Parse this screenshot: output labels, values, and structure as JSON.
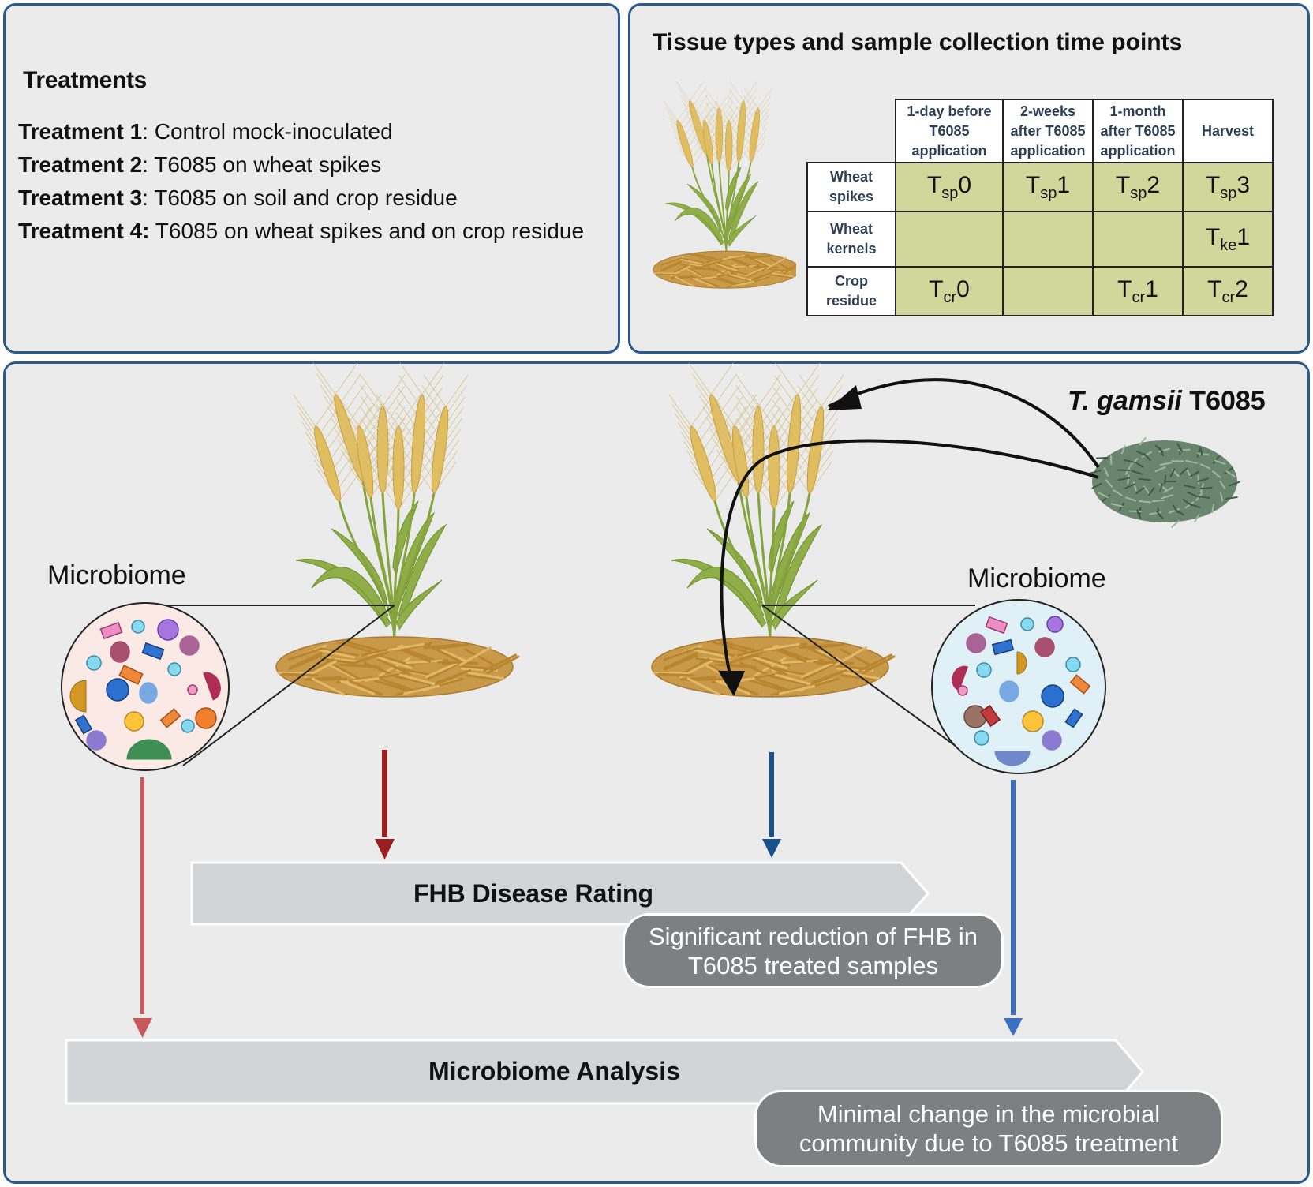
{
  "treatments_panel": {
    "title": "Treatments",
    "items": [
      {
        "label": "Treatment 1",
        "sep": ": ",
        "text": "Control mock-inoculated"
      },
      {
        "label": "Treatment 2",
        "sep": ": ",
        "text": "T6085 on wheat spikes"
      },
      {
        "label": "Treatment 3",
        "sep": ": ",
        "text": "T6085 on soil and crop residue"
      },
      {
        "label": "Treatment 4:",
        "sep": " ",
        "text": "T6085 on wheat spikes and on crop residue"
      }
    ]
  },
  "tissue_panel": {
    "title": "Tissue types and sample collection time points",
    "columns": [
      [
        "1-day before",
        "T6085",
        "application"
      ],
      [
        "2-weeks",
        "after T6085",
        "application"
      ],
      [
        "1-month",
        "after T6085",
        "application"
      ],
      [
        "Harvest"
      ]
    ],
    "rows": [
      {
        "header": [
          "Wheat",
          "spikes"
        ],
        "cells": [
          {
            "base": "T",
            "sub": "sp",
            "num": "0"
          },
          {
            "base": "T",
            "sub": "sp",
            "num": "1"
          },
          {
            "base": "T",
            "sub": "sp",
            "num": "2"
          },
          {
            "base": "T",
            "sub": "sp",
            "num": "3"
          }
        ]
      },
      {
        "header": [
          "Wheat",
          "kernels"
        ],
        "cells": [
          null,
          null,
          null,
          {
            "base": "T",
            "sub": "ke",
            "num": "1"
          }
        ]
      },
      {
        "header": [
          "Crop",
          "residue"
        ],
        "cells": [
          {
            "base": "T",
            "sub": "cr",
            "num": "0"
          },
          null,
          {
            "base": "T",
            "sub": "cr",
            "num": "1"
          },
          {
            "base": "T",
            "sub": "cr",
            "num": "2"
          }
        ]
      }
    ],
    "cell_color": "#cfd79a"
  },
  "workflow_panel": {
    "microbiome_left_label": "Microbiome",
    "microbiome_right_label": "Microbiome",
    "agent_label_italic": "T. gamsii",
    "agent_label_rest": " T6085",
    "fhb_banner": "FHB Disease Rating",
    "fhb_result": "Significant reduction of FHB in T6085 treated samples",
    "microbiome_banner": "Microbiome Analysis",
    "microbiome_result": "Minimal change in the microbial community due to T6085 treatment",
    "colors": {
      "control_arrow_light": "#c9585a",
      "control_arrow_dark": "#9b1f1f",
      "treated_arrow_dark": "#17528c",
      "treated_arrow_light": "#3b6fbf",
      "banner_fill": "#d2d5d8",
      "pill_fill": "#7d8082",
      "left_circle_fill": "#fbe9e5",
      "right_circle_fill": "#dff0f6",
      "fungus_color": "#5b7a5f"
    }
  }
}
